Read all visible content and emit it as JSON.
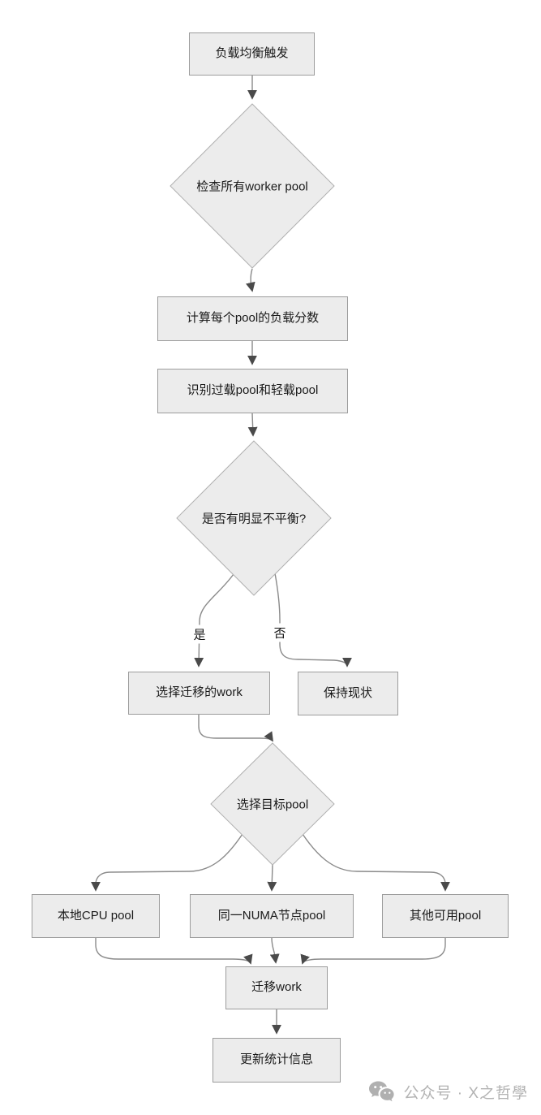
{
  "diagram": {
    "nodes": {
      "start": {
        "label": "负载均衡触发",
        "shape": "rect"
      },
      "check_pools": {
        "label": "检查所有worker pool",
        "shape": "diamond"
      },
      "calc_score": {
        "label": "计算每个pool的负载分数",
        "shape": "rect"
      },
      "identify": {
        "label": "识别过载pool和轻载pool",
        "shape": "rect"
      },
      "imbalance": {
        "label": "是否有明显不平衡?",
        "shape": "diamond"
      },
      "select_work": {
        "label": "选择迁移的work",
        "shape": "rect"
      },
      "keep_status": {
        "label": "保持现状",
        "shape": "rect"
      },
      "select_target": {
        "label": "选择目标pool",
        "shape": "diamond"
      },
      "local_pool": {
        "label": "本地CPU pool",
        "shape": "rect"
      },
      "numa_pool": {
        "label": "同一NUMA节点pool",
        "shape": "rect"
      },
      "other_pool": {
        "label": "其他可用pool",
        "shape": "rect"
      },
      "migrate": {
        "label": "迁移work",
        "shape": "rect"
      },
      "update_stats": {
        "label": "更新统计信息",
        "shape": "rect"
      }
    },
    "edge_labels": {
      "yes": "是",
      "no": "否"
    },
    "colors": {
      "node_fill": "#ececec",
      "node_border": "#9c9c9c",
      "diamond_border": "#b0b0b0",
      "edge_line": "#8a8a8a",
      "arrowhead": "#4a4a4a",
      "text": "#1a1a1a",
      "watermark": "#b3b3b3"
    }
  },
  "watermark": {
    "icon": "wechat-icon",
    "text": "公众号 · X之哲學"
  }
}
